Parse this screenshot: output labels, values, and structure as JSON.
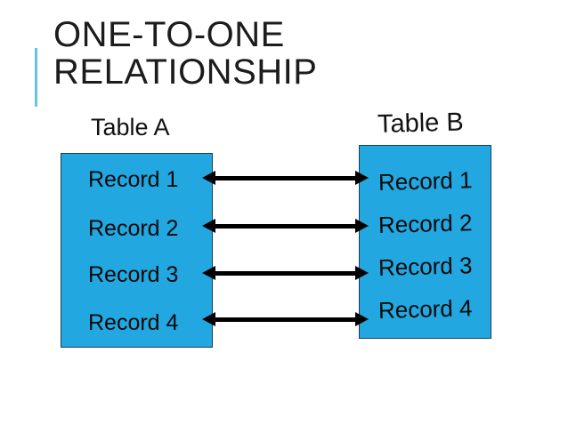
{
  "slide": {
    "title_lines": [
      "ONE-TO-ONE",
      "RELATIONSHIP"
    ]
  },
  "tables": {
    "a": {
      "label": "Table A",
      "records": [
        "Record 1",
        "Record 2",
        "Record 3",
        "Record 4"
      ]
    },
    "b": {
      "label": "Table B",
      "records": [
        "Record 1",
        "Record 2",
        "Record 3",
        "Record 4"
      ]
    }
  },
  "relationships": {
    "type": "one-to-one",
    "links": [
      {
        "from": "Table A: Record 1",
        "to": "Table B: Record 1"
      },
      {
        "from": "Table A: Record 2",
        "to": "Table B: Record 2"
      },
      {
        "from": "Table A: Record 3",
        "to": "Table B: Record 3"
      },
      {
        "from": "Table A: Record 4",
        "to": "Table B: Record 4"
      }
    ]
  },
  "colors": {
    "box_fill": "#22a7e0",
    "box_border": "#1c3f55",
    "accent_line": "#66c3e8",
    "arrow": "#000000",
    "title_text": "#1c1c1c"
  }
}
